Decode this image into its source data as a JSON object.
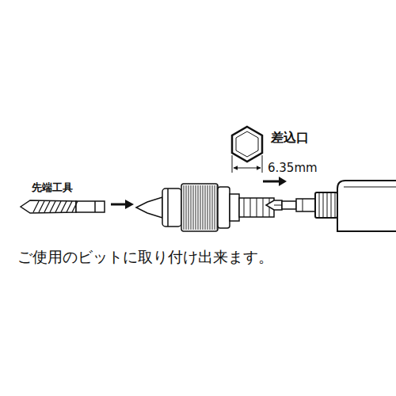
{
  "diagram": {
    "caption": "ご使用のビットに取り付け出来ます。",
    "labels": [
      "先端工具",
      "差込口",
      "6.35mm"
    ]
  }
}
